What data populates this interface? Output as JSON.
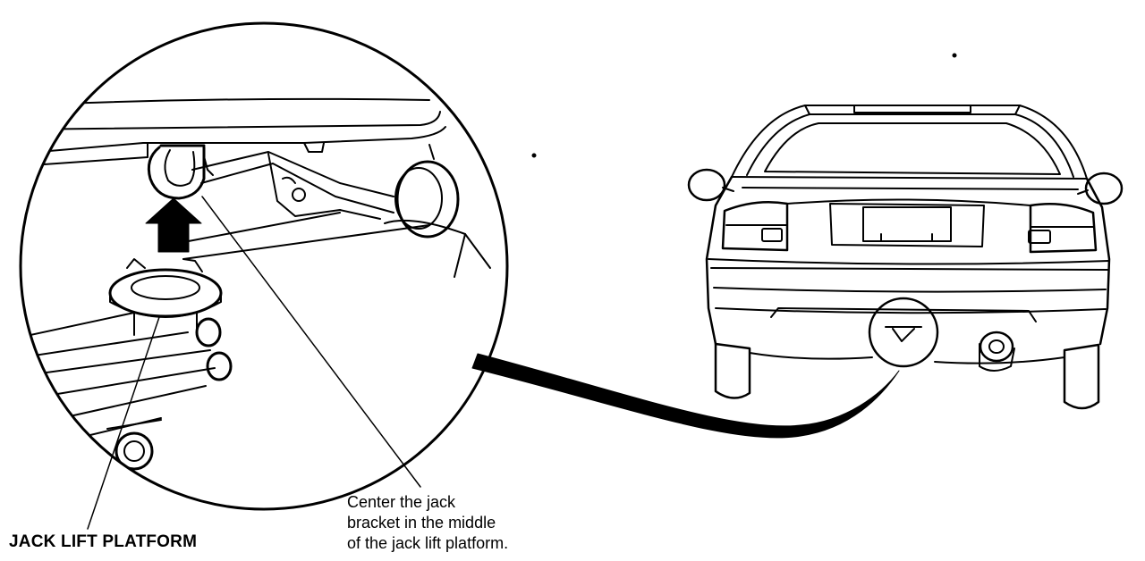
{
  "labels": {
    "jack_lift_platform": "JACK LIFT PLATFORM",
    "instruction_lines": [
      "Center the jack",
      "bracket in the middle",
      "of the jack lift platform."
    ]
  },
  "colors": {
    "ink": "#000000",
    "paper": "#ffffff"
  }
}
